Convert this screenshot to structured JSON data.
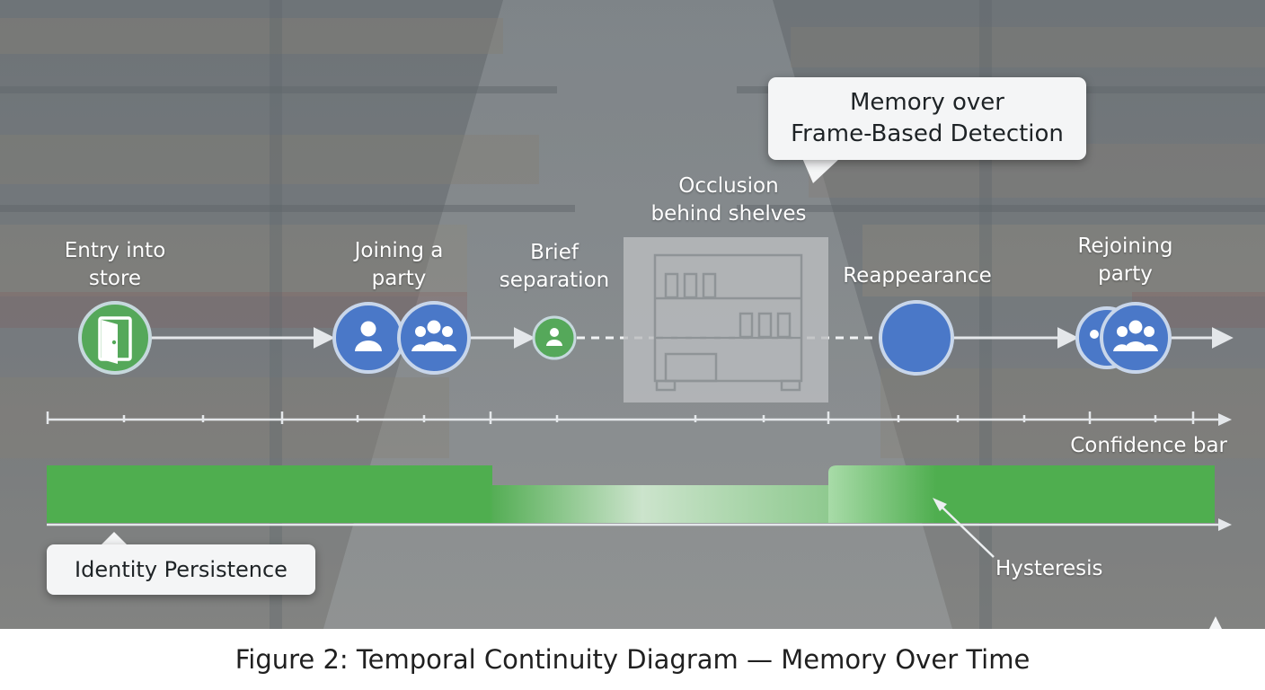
{
  "diagram": {
    "events": [
      {
        "id": "entry",
        "label": "Entry into\nstore",
        "icon": "door-icon"
      },
      {
        "id": "joining",
        "label": "Joining a\nparty",
        "icon": "person-and-group-icons"
      },
      {
        "id": "separation",
        "label": "Brief\nseparation",
        "icon": "person-icon"
      },
      {
        "id": "occlusion",
        "label": "Occlusion\nbehind shelves",
        "icon": "shelves-icon"
      },
      {
        "id": "reappearance",
        "label": "Reappearance",
        "icon": "blank-circle"
      },
      {
        "id": "rejoining",
        "label": "Rejoining\nparty",
        "icon": "group-icon"
      }
    ],
    "callout": "Memory over\nFrame-Based Detection",
    "confidence_label": "Confidence bar",
    "identity_tag": "Identity Persistence",
    "hysteresis_label": "Hysteresis",
    "caption": "Figure 2: Temporal Continuity Diagram — Memory Over Time",
    "colors": {
      "blue": "#4a78c8",
      "green": "#55a85a",
      "confidence_green": "#4fae4f",
      "line": "#dfe3e6"
    }
  }
}
